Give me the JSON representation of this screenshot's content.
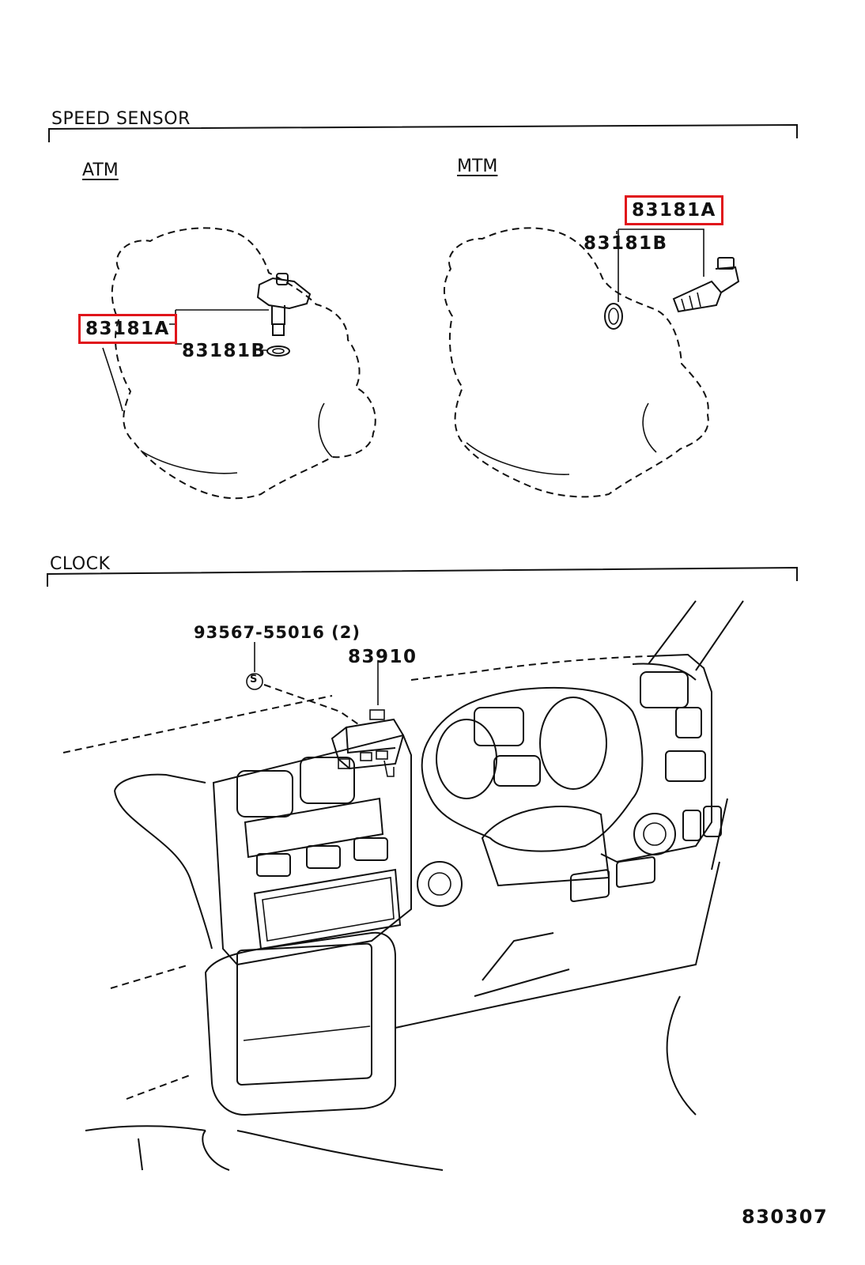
{
  "sections": {
    "speed_sensor": {
      "title": "SPEED SENSOR",
      "atm": {
        "label": "ATM",
        "parts": {
          "sensor": "83181A",
          "gasket": "83181B"
        }
      },
      "mtm": {
        "label": "MTM",
        "parts": {
          "sensor": "83181A",
          "gasket": "83181B"
        }
      }
    },
    "clock": {
      "title": "CLOCK",
      "parts": {
        "screw": "93567-55016 (2)",
        "clock": "83910",
        "screw_symbol": "S"
      }
    }
  },
  "figure_code": "830307",
  "highlight_color": "#e0141a"
}
